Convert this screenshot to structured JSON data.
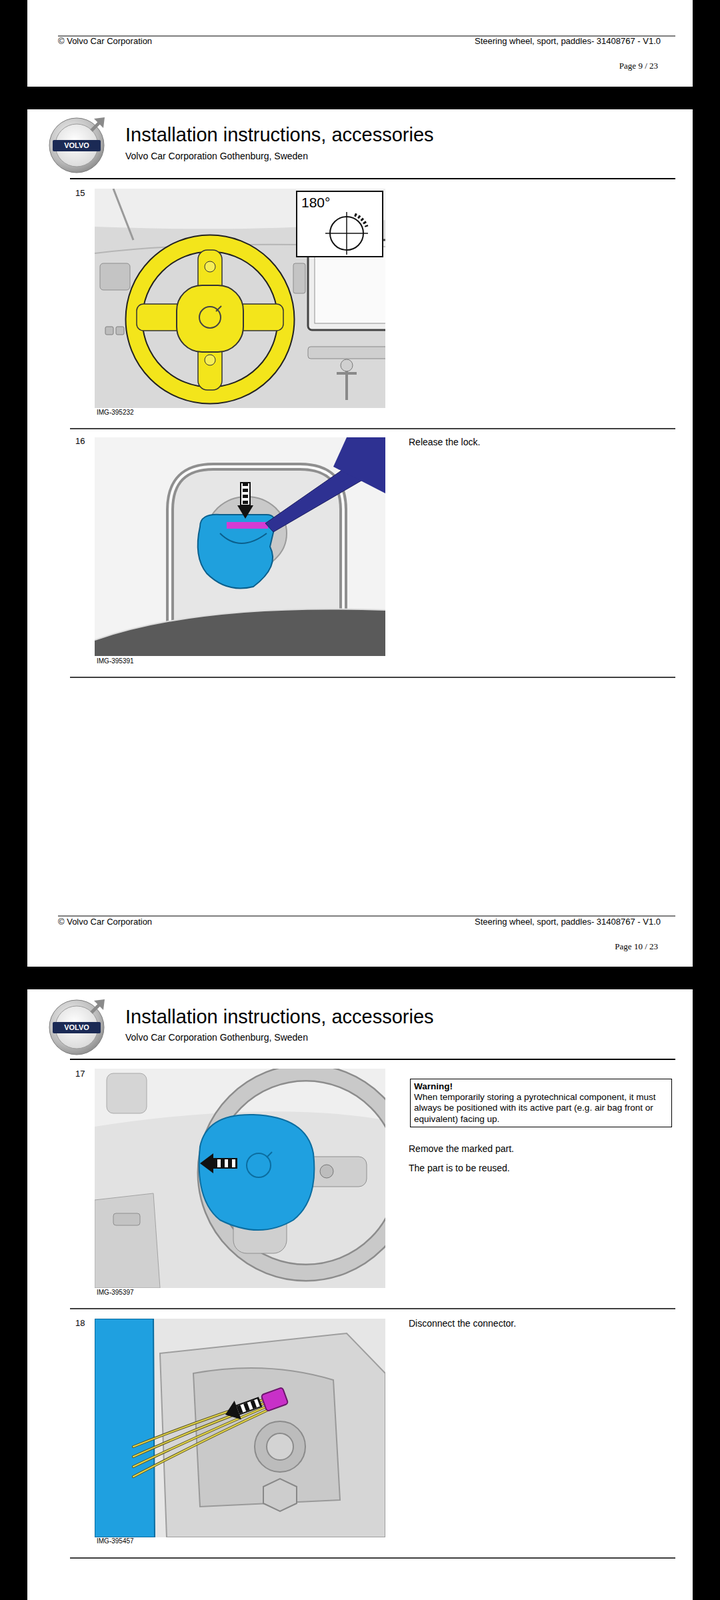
{
  "diagram": {
    "nodes": [
      {
        "text": [
          "180°"
        ]
      },
      {
        "text": [
          "Warning!",
          "When temporarily storing a pyrotechnical component, it must always be positioned with its active part (e.g. air bag front or equivalent) facing up."
        ]
      }
    ],
    "labels": [
      "© Volvo Car Corporation",
      "Steering wheel, sport, paddles- 31408767 - V1.0",
      "Page 9 / 23",
      "VOLVO",
      "Installation instructions, accessories",
      "Volvo Car Corporation Gothenburg, Sweden",
      "15",
      "IMG-395232",
      "16",
      "Release the lock.",
      "IMG-395391",
      "© Volvo Car Corporation",
      "Steering wheel, sport, paddles- 31408767 - V1.0",
      "Page 10 / 23",
      "VOLVO",
      "Installation instructions, accessories",
      "Volvo Car Corporation Gothenburg, Sweden",
      "17",
      "Remove the marked part.",
      "The part is to be reused.",
      "IMG-395397",
      "18",
      "Disconnect the connector.",
      "IMG-395457"
    ]
  }
}
